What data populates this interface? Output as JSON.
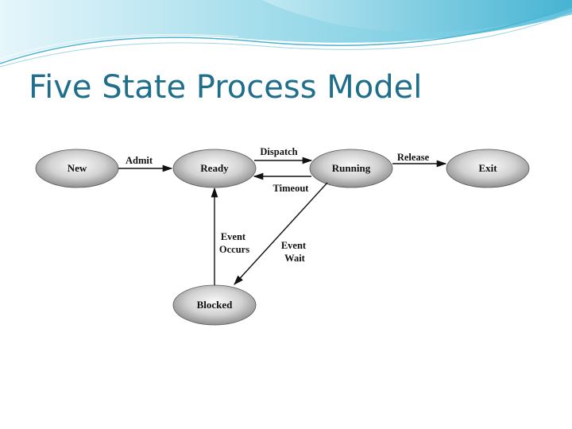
{
  "slide": {
    "title": "Five State Process Model",
    "accent_color": "#1f6e8c"
  },
  "diagram": {
    "nodes": {
      "new": "New",
      "ready": "Ready",
      "running": "Running",
      "exit": "Exit",
      "blocked": "Blocked"
    },
    "edges": {
      "admit": "Admit",
      "dispatch": "Dispatch",
      "timeout": "Timeout",
      "release": "Release",
      "event_occurs": [
        "Event",
        "Occurs"
      ],
      "event_wait": [
        "Event",
        "Wait"
      ]
    }
  }
}
